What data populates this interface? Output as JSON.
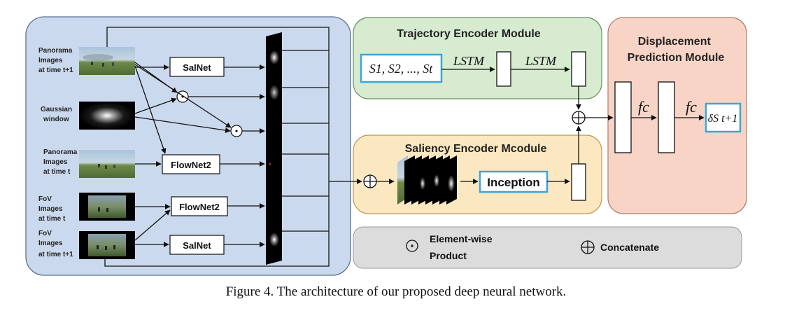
{
  "inputs": {
    "pano_t1": [
      "Panorama",
      "Images",
      "at time t+1"
    ],
    "gaussian": [
      "Gaussian",
      "window"
    ],
    "pano_t": [
      "Panorama",
      "Images",
      "at time t"
    ],
    "fov_t": [
      "FoV",
      "Images",
      "at time t"
    ],
    "fov_t1": [
      "FoV",
      "Images",
      "at time t+1"
    ]
  },
  "boxes": {
    "salnet_top": "SalNet",
    "flownet_top": "FlowNet2",
    "flownet_bottom": "FlowNet2",
    "salnet_bottom": "SalNet",
    "inception": "Inception"
  },
  "trajectory_module": {
    "title": "Trajectory Encoder Module",
    "sequence": "S1, S2, ..., St",
    "lstm_1": "LSTM",
    "lstm_2": "LSTM"
  },
  "saliency_module": {
    "title": "Saliency Encoder Mcodule"
  },
  "displacement_module": {
    "title_line1": "Displacement",
    "title_line2": "Prediction Module",
    "fc_1": "fc",
    "fc_2": "fc",
    "output": "δS t+1"
  },
  "legend": {
    "elementwise_line1": "Element-wise",
    "elementwise_line2": "Product",
    "concatenate": "Concatenate"
  },
  "caption": "Figure 4. The architecture of our proposed deep neural network.",
  "colors": {
    "left_panel": "#cbd9ee",
    "trajectory_panel": "#d6ebcf",
    "saliency_panel": "#fbe7c0",
    "displacement_panel": "#f7d4c6",
    "legend_panel": "#dcdcdc",
    "accent_box": "#3aa6d8"
  }
}
